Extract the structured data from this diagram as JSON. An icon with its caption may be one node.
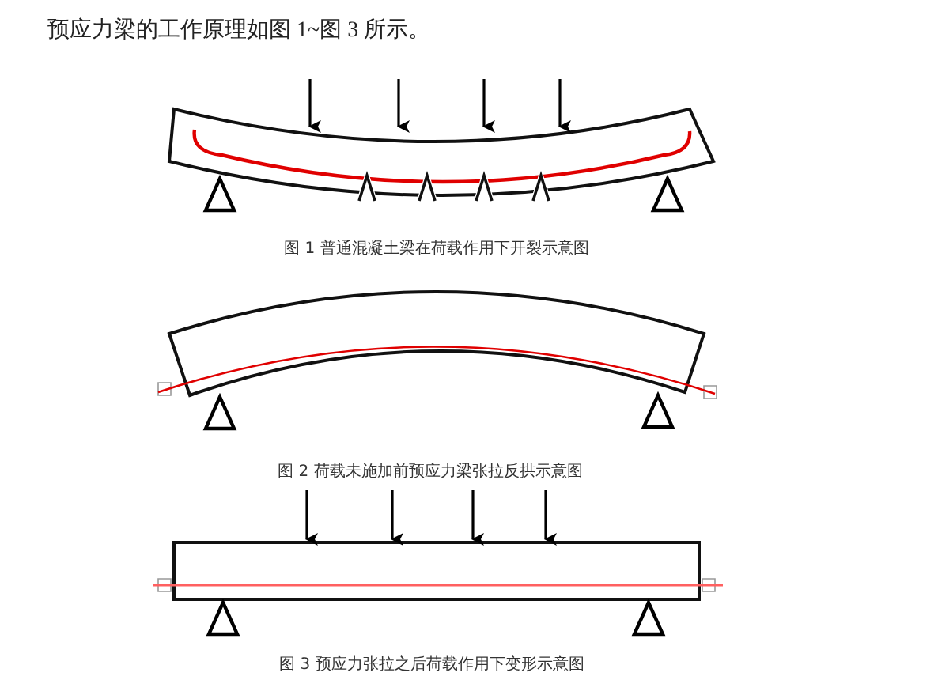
{
  "diagram": {
    "title": "预应力梁的工作原理如图 1~图 3 所示。",
    "labels": [
      "图 1  普通混凝土梁在荷载作用下开裂示意图",
      "图 2  荷载未施加前预应力梁张拉反拱示意图",
      "图 3  预应力张拉之后荷载作用下变形示意图"
    ]
  }
}
